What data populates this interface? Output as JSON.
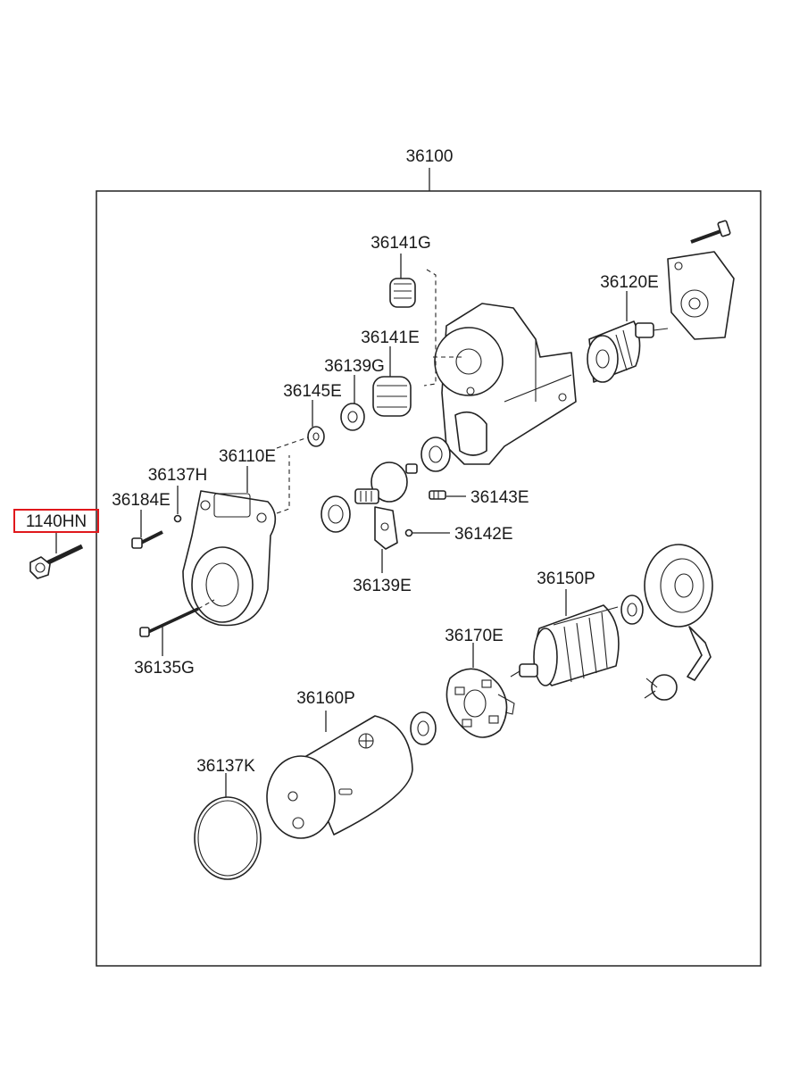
{
  "assembly": {
    "label": "36100"
  },
  "highlight_color": "#e0181c",
  "parts": {
    "p36141G": "36141G",
    "p36120E": "36120E",
    "p36141E": "36141E",
    "p36139G": "36139G",
    "p36145E": "36145E",
    "p36110E": "36110E",
    "p36137H": "36137H",
    "p36184E": "36184E",
    "p1140HN": "1140HN",
    "p36143E": "36143E",
    "p36142E": "36142E",
    "p36139E": "36139E",
    "p36150P": "36150P",
    "p36170E": "36170E",
    "p36135G": "36135G",
    "p36160P": "36160P",
    "p36137K": "36137K"
  }
}
